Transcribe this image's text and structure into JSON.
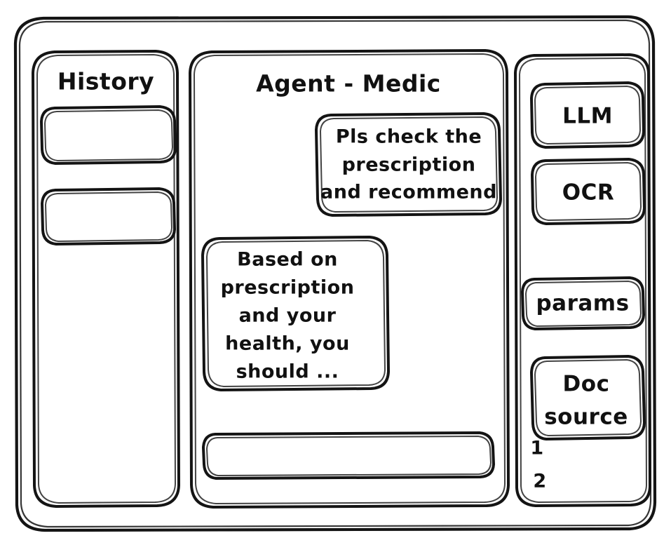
{
  "window": {
    "name": "agent-medic-wireframe",
    "background": "#ffffff",
    "stroke_color": "#141414"
  },
  "sidebar_left": {
    "title": "History",
    "items": [
      {
        "label": ""
      },
      {
        "label": ""
      }
    ]
  },
  "main": {
    "title": "Agent - Medic",
    "messages": [
      {
        "role": "user",
        "align": "right",
        "lines": [
          "Pls check the",
          "prescription",
          "and recommend"
        ]
      },
      {
        "role": "assistant",
        "align": "left",
        "lines": [
          "Based on",
          "prescription",
          "and your",
          "health, you",
          "should ..."
        ]
      }
    ],
    "composer": {
      "value": "",
      "placeholder": ""
    }
  },
  "sidebar_right": {
    "cards": [
      {
        "name": "llm",
        "label": "LLM"
      },
      {
        "name": "ocr",
        "label": "OCR"
      },
      {
        "name": "params",
        "label": "params"
      },
      {
        "name": "doc-source",
        "lines": [
          "Doc",
          "source"
        ]
      }
    ],
    "doc_source_items": [
      {
        "label": "1"
      },
      {
        "label": "2"
      }
    ]
  }
}
